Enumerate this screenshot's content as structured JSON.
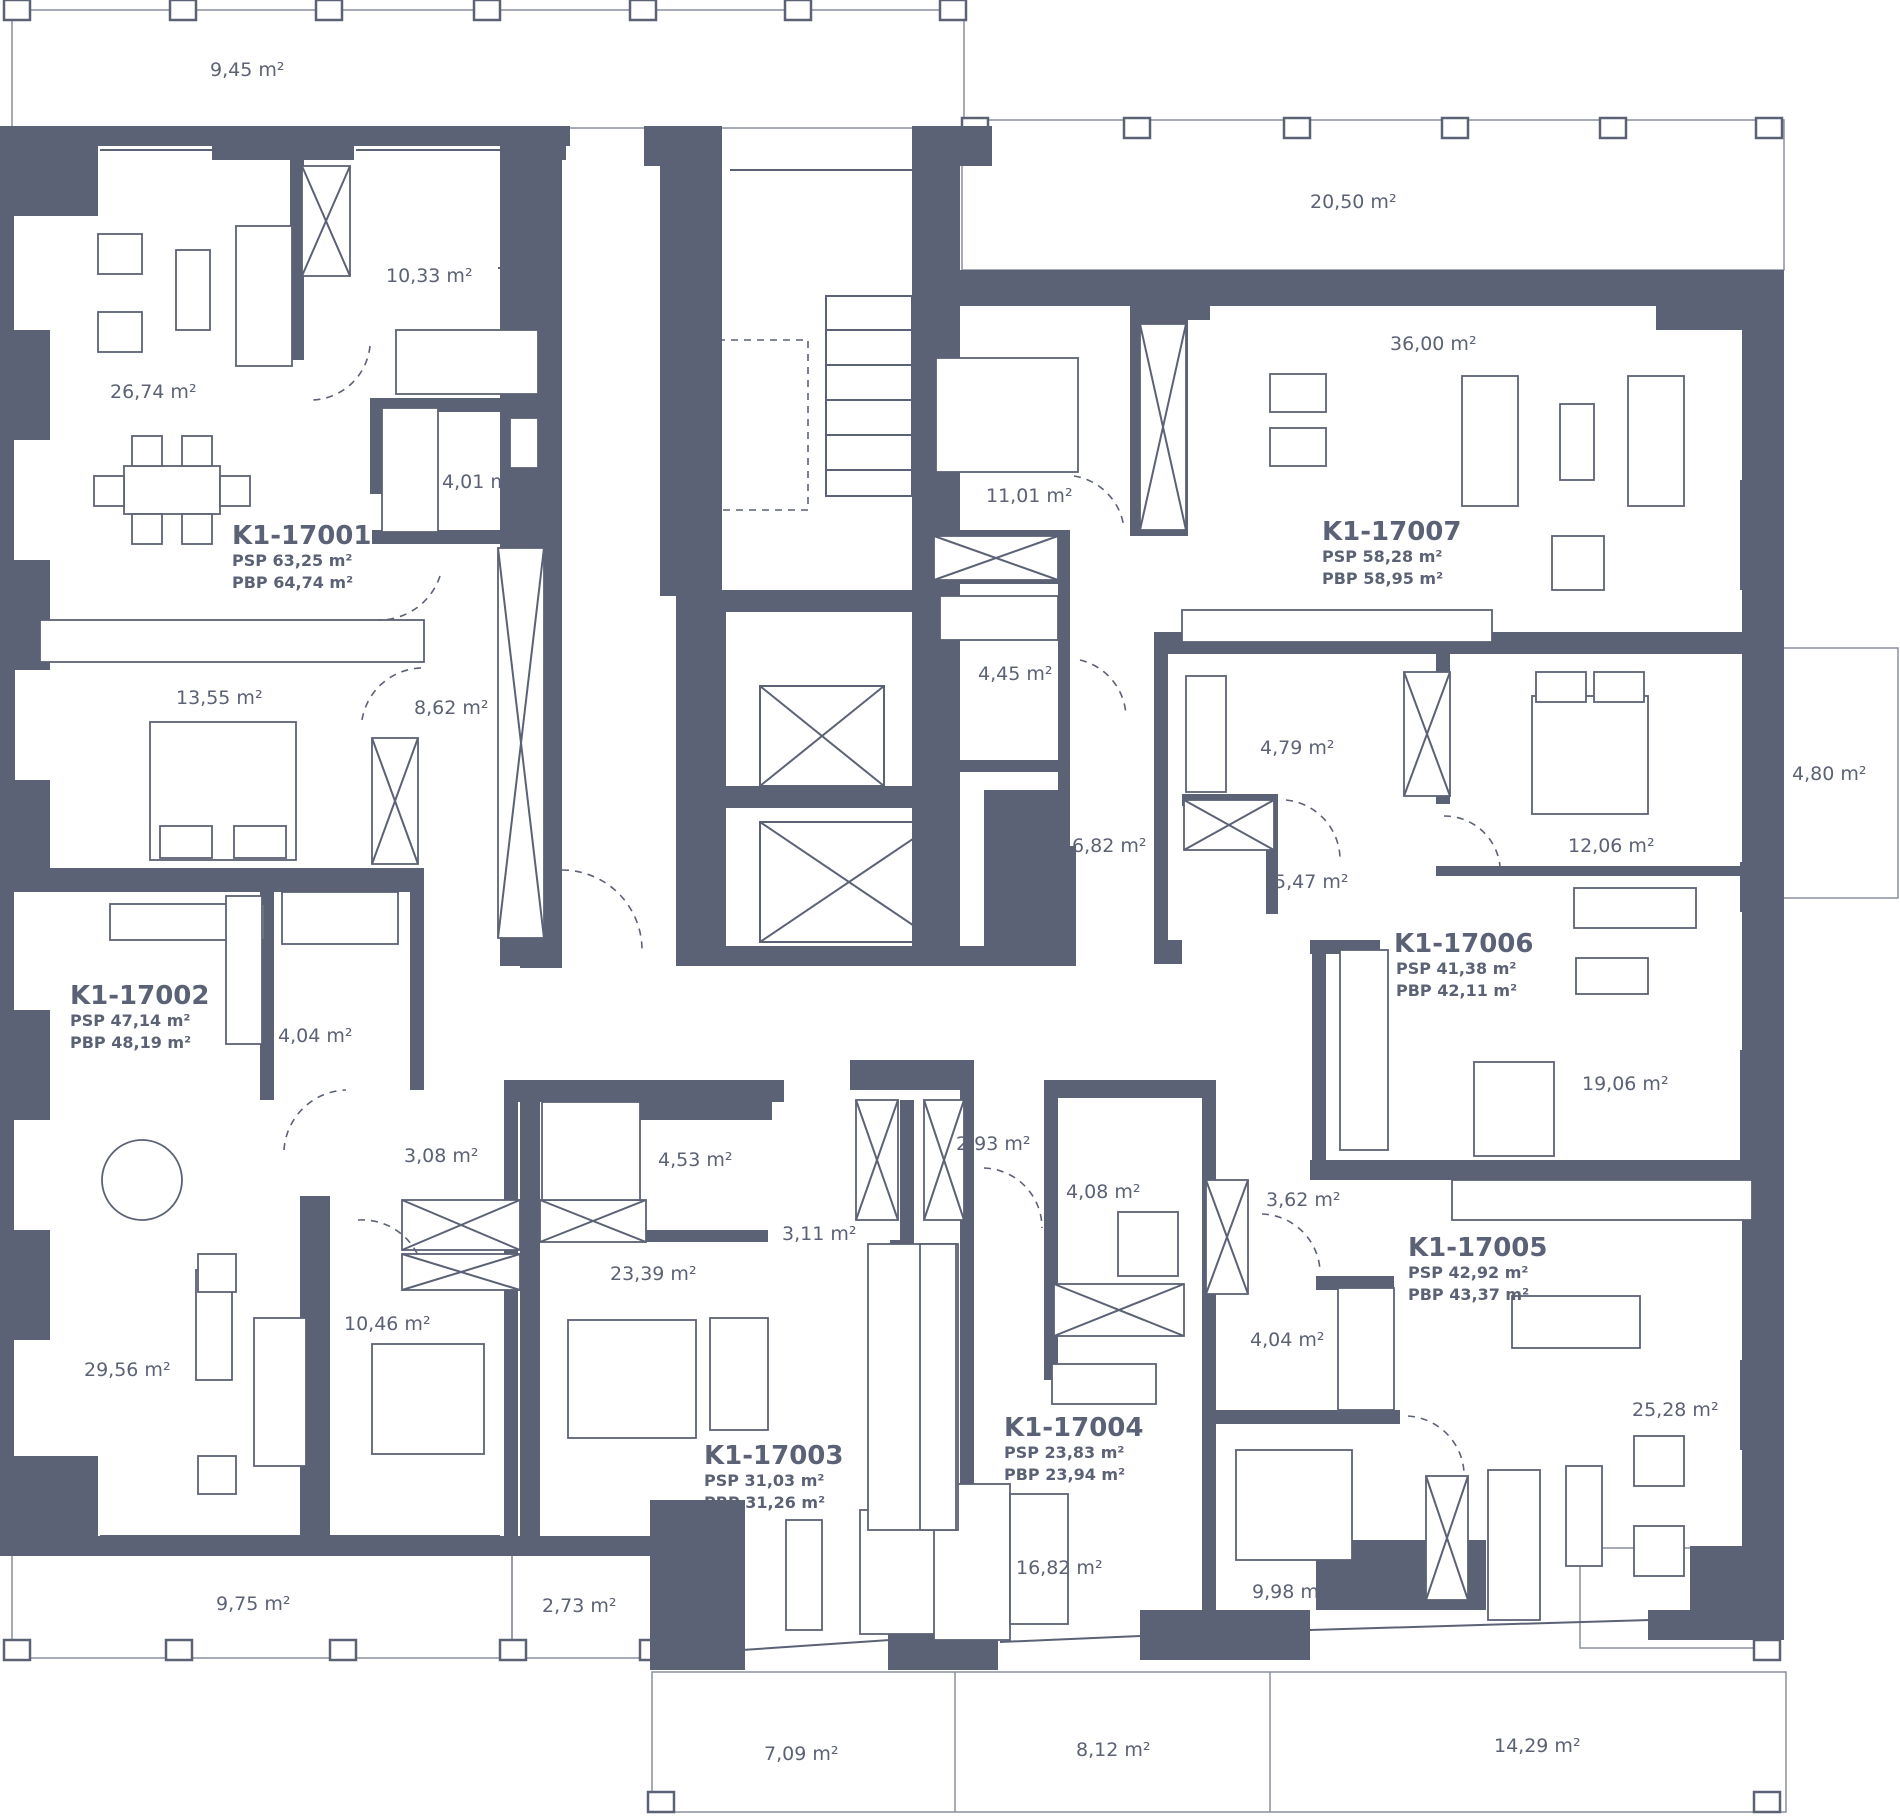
{
  "colors": {
    "wall": "#5c6275",
    "background": "#ffffff"
  },
  "apartments": [
    {
      "id": "K1-17001",
      "psp": "PSP 63,25 m²",
      "pbp": "PBP 64,74 m²"
    },
    {
      "id": "K1-17002",
      "psp": "PSP 47,14 m²",
      "pbp": "PBP 48,19 m²"
    },
    {
      "id": "K1-17003",
      "psp": "PSP 31,03 m²",
      "pbp": "PBP 31,26 m²"
    },
    {
      "id": "K1-17004",
      "psp": "PSP 23,83 m²",
      "pbp": "PBP 23,94 m²"
    },
    {
      "id": "K1-17005",
      "psp": "PSP 42,92 m²",
      "pbp": "PBP 43,37 m²"
    },
    {
      "id": "K1-17006",
      "psp": "PSP 41,38 m²",
      "pbp": "PBP 42,11 m²"
    },
    {
      "id": "K1-17007",
      "psp": "PSP 58,28 m²",
      "pbp": "PBP 58,95 m²"
    }
  ],
  "areas": [
    "9,45 m²",
    "20,50 m²",
    "10,33 m²",
    "26,74 m²",
    "4,01 m²",
    "36,00 m²",
    "11,01 m²",
    "13,55 m²",
    "8,62 m²",
    "4,45 m²",
    "4,79 m²",
    "4,80 m²",
    "12,06 m²",
    "6,82 m²",
    "5,47 m²",
    "4,04 m²",
    "19,06 m²",
    "3,08 m²",
    "4,53 m²",
    "2,93 m²",
    "4,08 m²",
    "3,62 m²",
    "3,11 m²",
    "23,39 m²",
    "10,46 m²",
    "29,56 m²",
    "4,04 m²",
    "25,28 m²",
    "16,82 m²",
    "9,98 m²",
    "9,75 m²",
    "2,73 m²",
    "7,09 m²",
    "8,12 m²",
    "14,29 m²"
  ]
}
